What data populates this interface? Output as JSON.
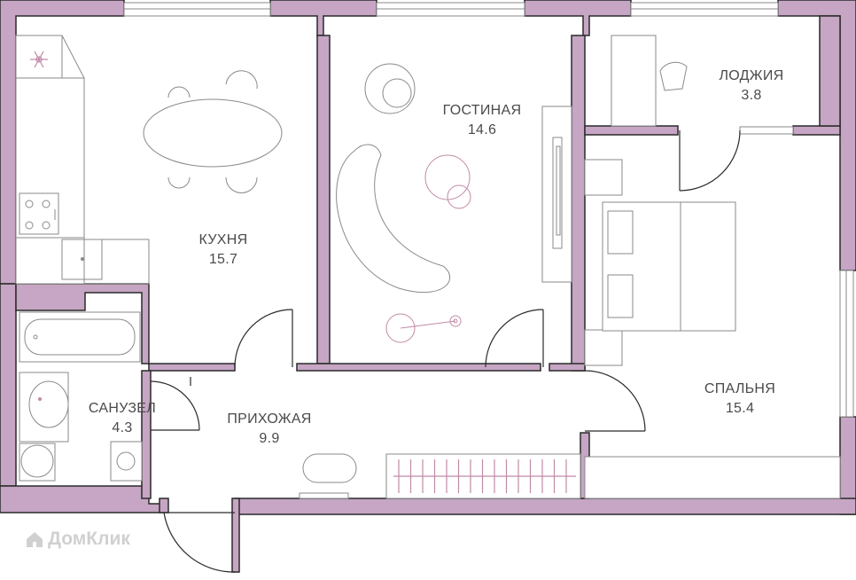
{
  "colors": {
    "wall": "#c6a6c4",
    "wall_outline": "#2a2a2a",
    "furniture": "#8a8a8a",
    "accent": "#c08aa6"
  },
  "rooms": {
    "kitchen": {
      "name": "КУХНЯ",
      "area": "15.7"
    },
    "living": {
      "name": "ГОСТИНАЯ",
      "area": "14.6"
    },
    "loggia": {
      "name": "ЛОДЖИЯ",
      "area": "3.8"
    },
    "bedroom": {
      "name": "СПАЛЬНЯ",
      "area": "15.4"
    },
    "bathroom": {
      "name": "САНУЗЕЛ",
      "area": "4.3"
    },
    "hallway": {
      "name": "ПРИХОЖАЯ",
      "area": "9.9"
    }
  },
  "watermark": {
    "text": "ДомКлик",
    "icon": "home-icon"
  }
}
